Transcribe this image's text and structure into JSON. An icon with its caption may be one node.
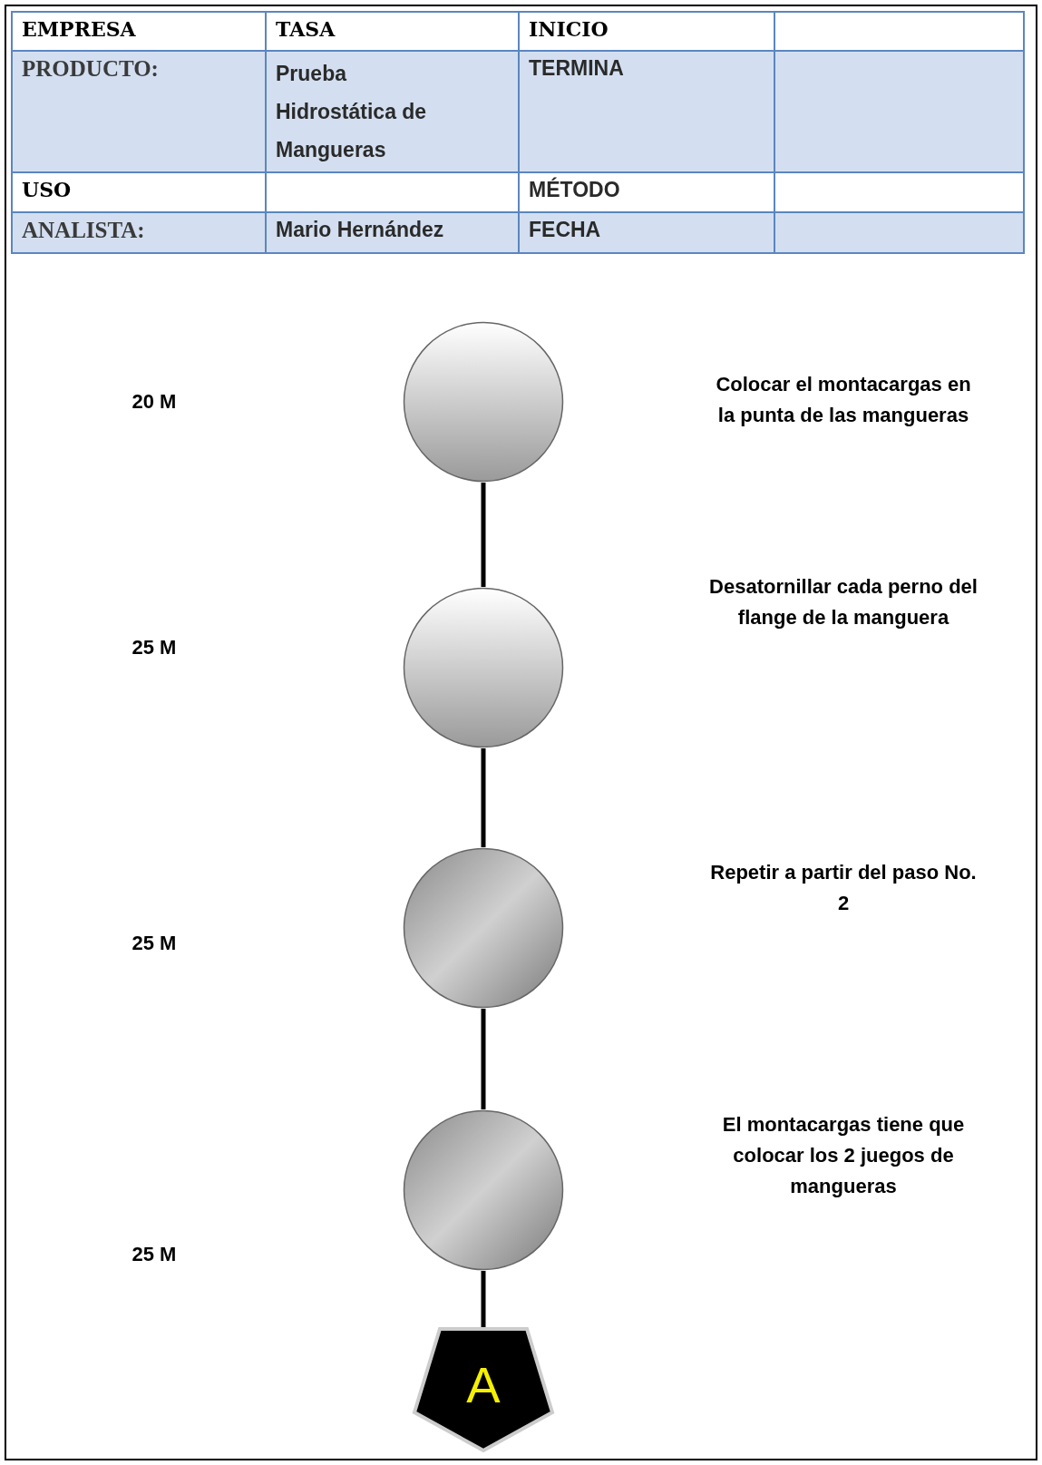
{
  "diagram": {
    "nodes": [
      {
        "text": [],
        "shape": "circle"
      },
      {
        "text": [],
        "shape": "circle"
      },
      {
        "text": [],
        "shape": "circle"
      },
      {
        "text": [],
        "shape": "circle"
      },
      {
        "text": [
          "A"
        ]
      }
    ],
    "edges": [
      {
        "from": 0,
        "to": 1,
        "arrow": "none"
      },
      {
        "from": 1,
        "to": 2,
        "arrow": "none"
      },
      {
        "from": 2,
        "to": 3,
        "arrow": "none"
      },
      {
        "from": 3,
        "to": 4,
        "arrow": "none"
      }
    ],
    "labels": [
      "EMPRESA",
      "TASA",
      "INICIO",
      "PRODUCTO:",
      "Prueba Hidrostática de Mangueras",
      "TERMINA",
      "USO",
      "MÉTODO",
      "ANALISTA:",
      "Mario Hernández",
      "FECHA",
      "20 M",
      "Colocar el montacargas en la punta de las mangueras",
      "25 M",
      "Desatornillar cada perno del flange de la manguera",
      "Repetir a partir del paso No. 2",
      "25 M",
      "El montacargas tiene que colocar los 2 juegos de mangueras",
      "25 M"
    ]
  }
}
